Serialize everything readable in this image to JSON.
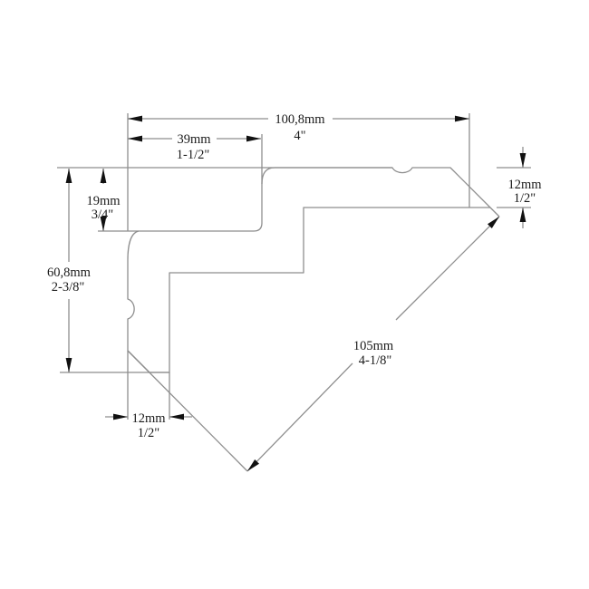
{
  "drawing": {
    "description": "Cornice moulding profile cross-section with dimensions",
    "colors": {
      "line": "#8e8e8e",
      "ink": "#1a1a1a",
      "background": "#ffffff"
    }
  },
  "dims": {
    "overall_width": {
      "mm": "100,8mm",
      "inch": "4\""
    },
    "rebate_width": {
      "mm": "39mm",
      "inch": "1-1/2\""
    },
    "rebate_depth": {
      "mm": "19mm",
      "inch": "3/4\""
    },
    "overall_height": {
      "mm": "60,8mm",
      "inch": "2-3/8\""
    },
    "right_flange_thickness": {
      "mm": "12mm",
      "inch": "1/2\""
    },
    "bottom_flange_thickness": {
      "mm": "12mm",
      "inch": "1/2\""
    },
    "diagonal_span": {
      "mm": "105mm",
      "inch": "4-1/8\""
    }
  }
}
